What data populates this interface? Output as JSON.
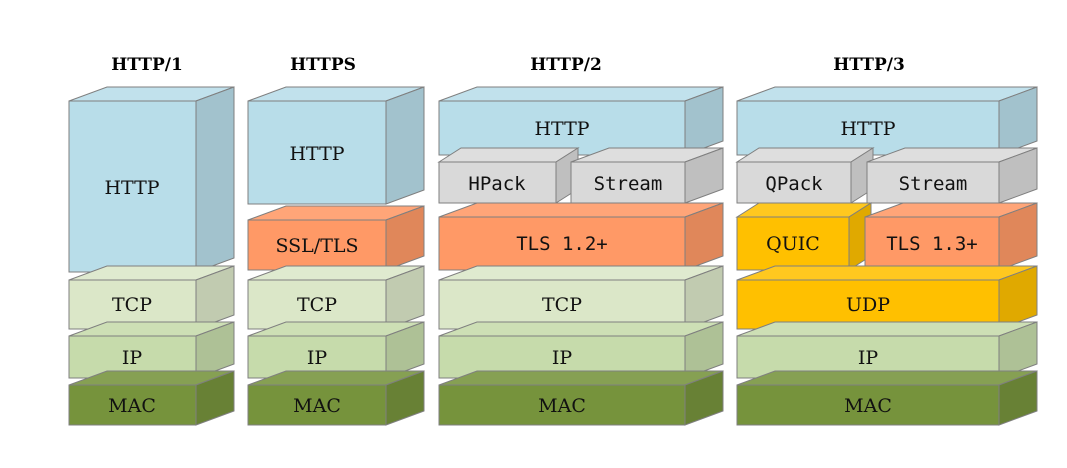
{
  "colors": {
    "http": "#b8dde9",
    "hpack": "#d9d9d9",
    "tls": "#ff9966",
    "quic": "#ffc000",
    "tcp": "#dbe7c8",
    "ip": "#c6dbab",
    "mac": "#76933c",
    "stroke": "#7f7f7f"
  },
  "stacks": [
    {
      "title": "HTTP/1",
      "layers": [
        {
          "label": "HTTP"
        },
        {
          "label": "TCP"
        },
        {
          "label": "IP"
        },
        {
          "label": "MAC"
        }
      ]
    },
    {
      "title": "HTTPS",
      "layers": [
        {
          "label": "HTTP"
        },
        {
          "label": "SSL/TLS"
        },
        {
          "label": "TCP"
        },
        {
          "label": "IP"
        },
        {
          "label": "MAC"
        }
      ]
    },
    {
      "title": "HTTP/2",
      "layers": [
        {
          "label": "HTTP"
        },
        {
          "label": "HPack"
        },
        {
          "label": "Stream"
        },
        {
          "label": "TLS 1.2+"
        },
        {
          "label": "TCP"
        },
        {
          "label": "IP"
        },
        {
          "label": "MAC"
        }
      ]
    },
    {
      "title": "HTTP/3",
      "layers": [
        {
          "label": "HTTP"
        },
        {
          "label": "QPack"
        },
        {
          "label": "Stream"
        },
        {
          "label": "QUIC"
        },
        {
          "label": "TLS 1.3+"
        },
        {
          "label": "UDP"
        },
        {
          "label": "IP"
        },
        {
          "label": "MAC"
        }
      ]
    }
  ]
}
